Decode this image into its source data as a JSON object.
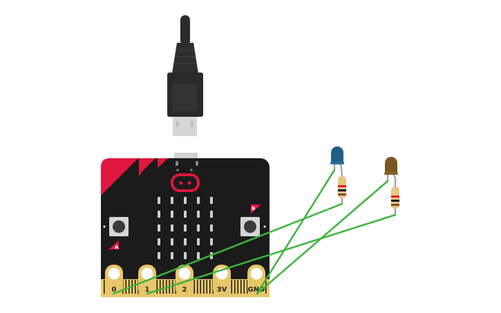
{
  "board": {
    "pins": [
      {
        "label": "0"
      },
      {
        "label": "1"
      },
      {
        "label": "2"
      },
      {
        "label": "3V"
      },
      {
        "label": "GND"
      }
    ],
    "button_a": "A",
    "button_b": "B",
    "led_matrix": {
      "rows": 5,
      "cols": 5
    }
  },
  "components": {
    "led_1": {
      "color": "#1f5f85"
    },
    "led_2": {
      "color": "#7a5620"
    },
    "resistor_bands": [
      "#e8d35a",
      "#e0201e",
      "#111111",
      "#8a4a1c"
    ]
  },
  "colors": {
    "board": "#1b1b1b",
    "accent": "#e0173f",
    "pin_gold": "#e8c66a",
    "wire": "#3cb43c"
  }
}
